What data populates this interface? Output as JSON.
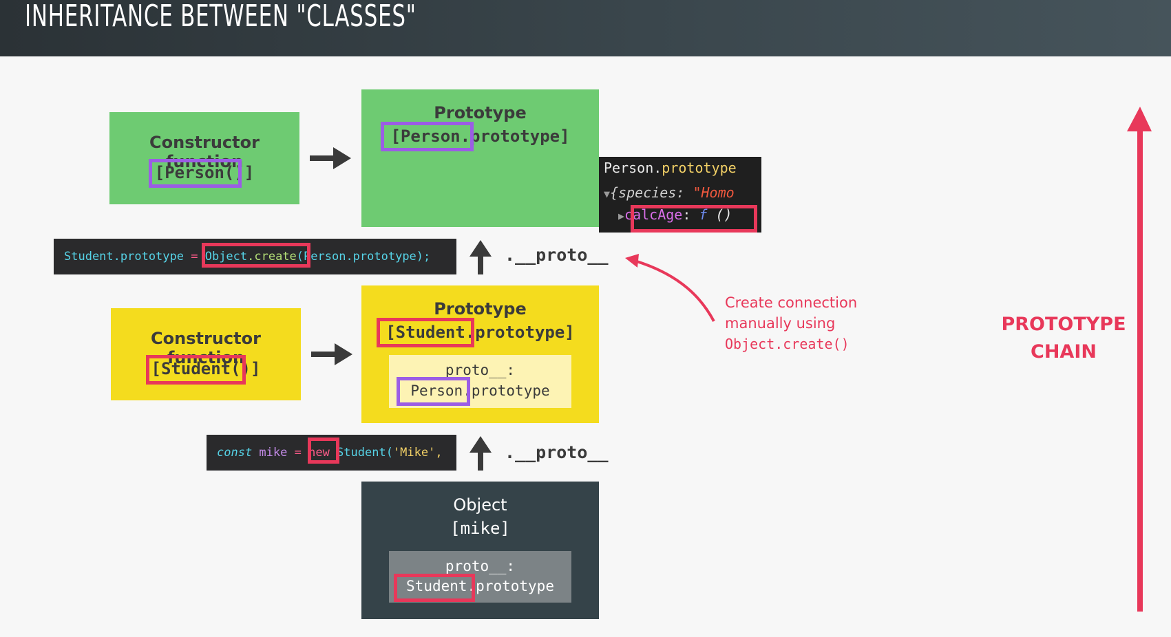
{
  "header": {
    "title": "INHERITANCE BETWEEN \"CLASSES\""
  },
  "person_constructor": {
    "title": "Constructor function",
    "code": "[Person()]"
  },
  "person_prototype": {
    "title": "Prototype",
    "code": "[Person.prototype]"
  },
  "console": {
    "line1": "Person.prototype",
    "line1_prefix": "Person.",
    "line1_suffix": "prototype",
    "line2_prefix": "{species: ",
    "line2_value": "\"Homo",
    "line3_key": "calcAge",
    "line3_sep": ": ",
    "line3_f": "f",
    "line3_paren": " ()"
  },
  "object_create_code": {
    "part1": "Student.prototype",
    "eq": " = ",
    "part2a": "Object",
    "part2b": ".create",
    "part3": "(Person.prototype);"
  },
  "proto_label_1": ".__proto__",
  "student_constructor": {
    "title": "Constructor function",
    "code": "[Student()]"
  },
  "student_prototype": {
    "title": "Prototype",
    "code": "[Student.prototype]",
    "inner_line1": "proto__:",
    "inner_line2": "Person.prototype"
  },
  "note": {
    "line1": "Create connection",
    "line2": "manually using",
    "line3": "Object.create()"
  },
  "new_code": {
    "kw": "const",
    "name": " mike",
    "eq": " = ",
    "new": "new",
    "call": " Student(",
    "arg": "'Mike',"
  },
  "proto_label_2": ".__proto__",
  "mike_object": {
    "title": "Object",
    "code": "[mike]",
    "inner_line1": "proto__:",
    "inner_line2": "Student.prototype"
  },
  "chain": {
    "line1": "PROTOTYPE",
    "line2": "CHAIN"
  },
  "colors": {
    "green": "#6ecb72",
    "yellow": "#f4dc1e",
    "dark": "#354349",
    "accent_red": "#e8385a",
    "accent_purple": "#9b5de5"
  }
}
